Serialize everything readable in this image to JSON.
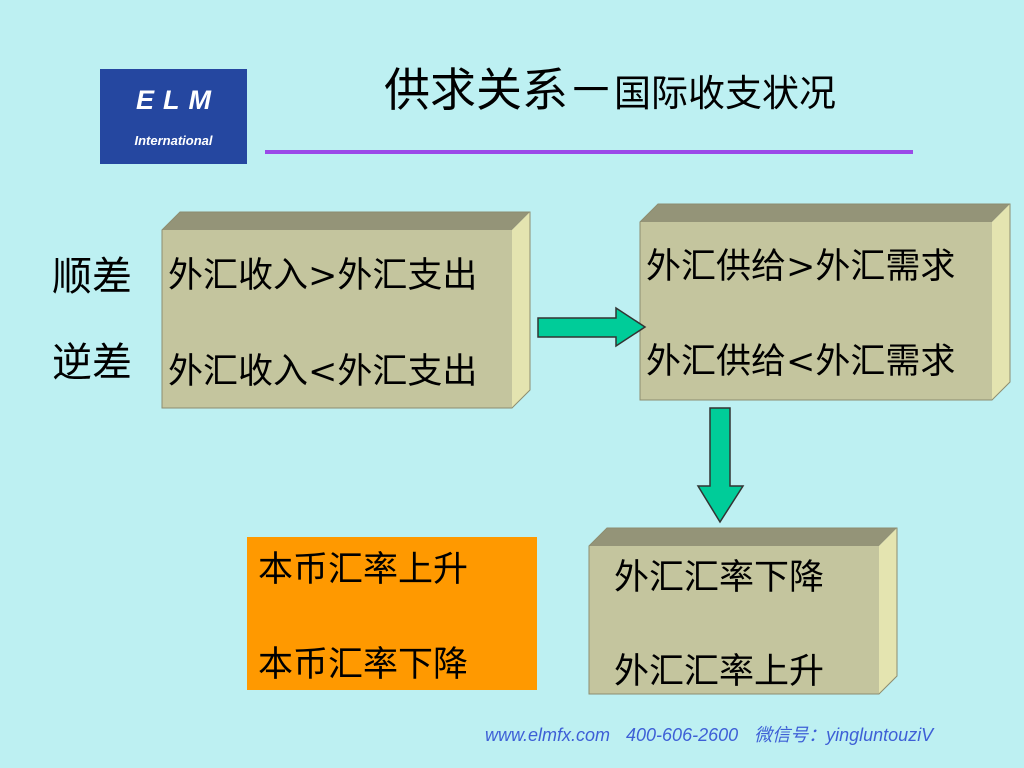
{
  "logo": {
    "brand": "ELM",
    "subtitle": "International"
  },
  "title": {
    "main": "供求关系－",
    "sub": "国际收支状况"
  },
  "side_labels": {
    "surplus": "顺差",
    "deficit": "逆差"
  },
  "box_income": {
    "line1": "外汇收入>外汇支出",
    "line2": "外汇收入<外汇支出"
  },
  "box_supply": {
    "line1": "外汇供给>外汇需求",
    "line2": "外汇供给<外汇需求"
  },
  "box_local_rate": {
    "line1": "本币汇率上升",
    "line2": "本币汇率下降"
  },
  "box_fx_rate": {
    "line1": "外汇汇率下降",
    "line2": "外汇汇率上升"
  },
  "footer": {
    "website": "www.elmfx.com",
    "phone": "400-606-2600",
    "wechat": "微信号：yingluntouziV"
  },
  "colors": {
    "background": "#bdf0f2",
    "logo_bg": "#2547a0",
    "title_rule": "#9a4ae8",
    "box_front": "#c4c59e",
    "box_top": "#949478",
    "box_side": "#e4e4b0",
    "orange_box": "#ff9900",
    "arrow_fill": "#00cc99",
    "footer_text": "#3d5fd6"
  }
}
